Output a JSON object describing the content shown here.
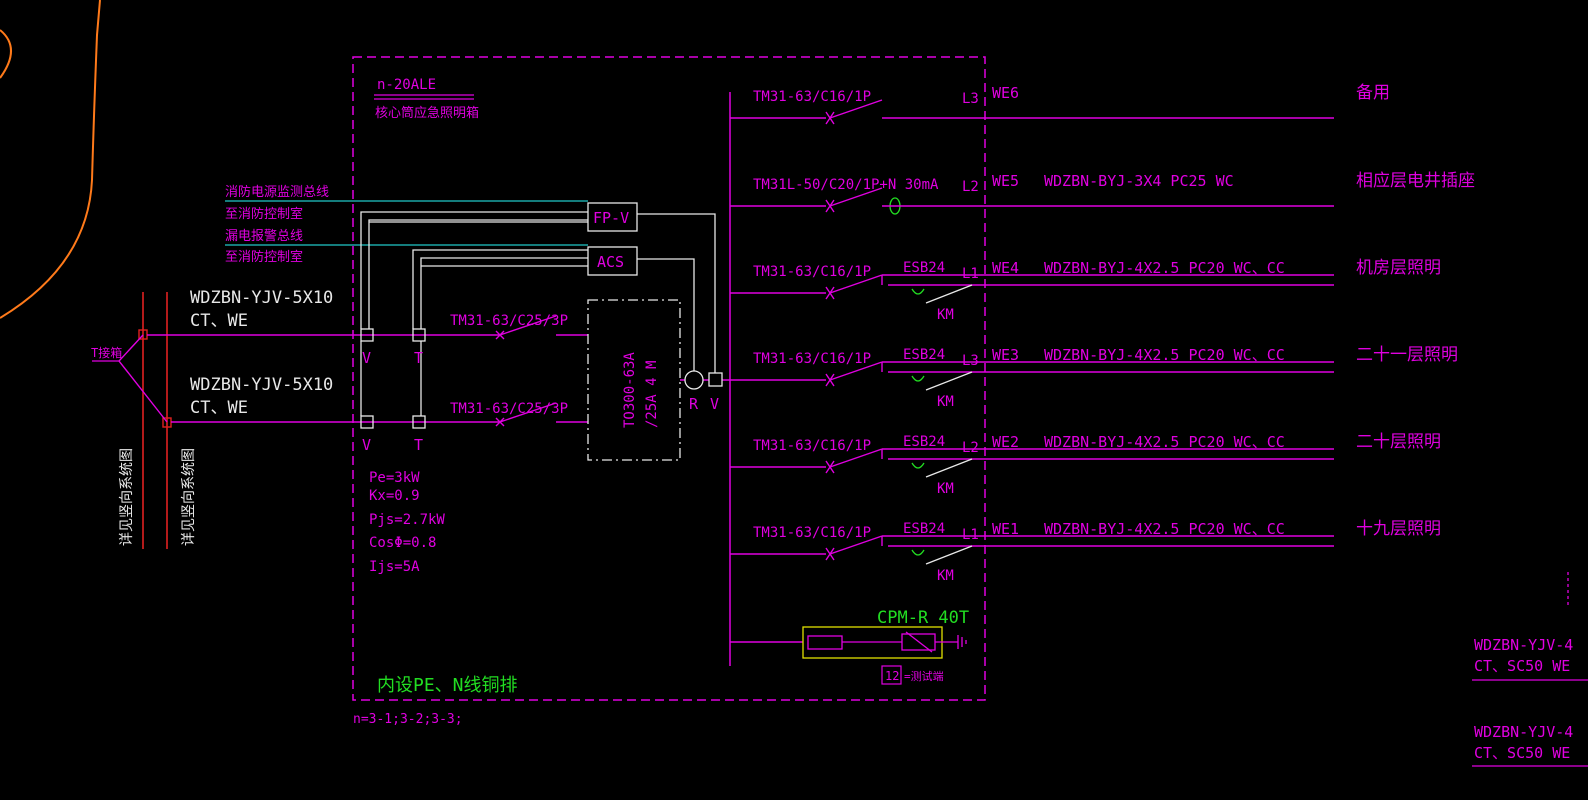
{
  "colors": {
    "background": "#000000",
    "magenta": "#e000e0",
    "white": "#e8e8e8",
    "cyan": "#20c8c8",
    "orange": "#ff7a1a",
    "green": "#22dd22",
    "yellow": "#e0e000",
    "red": "#e02020"
  },
  "panel": {
    "name": "n-20ALE",
    "subtitle": "核心筒应急照明箱",
    "footer_note": "内设PE、N线铜排",
    "n_note": "n=3-1;3-2;3-3;"
  },
  "load_calc": {
    "pe": "Pe=3kW",
    "kx": "Kx=0.9",
    "pjs": "Pjs=2.7kW",
    "cos": "CosΦ=0.8",
    "ijs": "Ijs=5A"
  },
  "left": {
    "fire_line1": "消防电源监测总线",
    "fire_line2": "至消防控制室",
    "leak_line1": "漏电报警总线",
    "leak_line2": "至消防控制室",
    "t_joint": "T接箱",
    "riser_label": "详见竖向系统图",
    "feeder1": {
      "cable": "WDZBN-YJV-5X10",
      "laying": "CT、WE"
    },
    "feeder2": {
      "cable": "WDZBN-YJV-5X10",
      "laying": "CT、WE"
    },
    "v_label": "V",
    "t_label": "T"
  },
  "devices": {
    "fpv": "FP-V",
    "acs": "ACS",
    "incoming_breaker": "TM31-63/C25/3P",
    "ats_line1": "TO300-63A",
    "ats_line2": "/25A 4 M",
    "r_label": "R",
    "v_label": "V",
    "spd": "CPM-R 40T",
    "spd_code": "12",
    "spd_note": "=测试端"
  },
  "circuits": [
    {
      "phase": "L3",
      "id": "WE6",
      "breaker": "TM31-63/C16/1P",
      "cable": "",
      "load": "备用",
      "contactor": "",
      "km": ""
    },
    {
      "phase": "L2",
      "id": "WE5",
      "breaker": "TM31L-50/C20/1P+N 30mA",
      "cable": "WDZBN-BYJ-3X4 PC25 WC",
      "load": "相应层电井插座",
      "contactor": "",
      "km": ""
    },
    {
      "phase": "L1",
      "id": "WE4",
      "breaker": "TM31-63/C16/1P",
      "cable": "WDZBN-BYJ-4X2.5 PC20 WC、CC",
      "load": "机房层照明",
      "contactor": "ESB24",
      "km": "KM"
    },
    {
      "phase": "L3",
      "id": "WE3",
      "breaker": "TM31-63/C16/1P",
      "cable": "WDZBN-BYJ-4X2.5 PC20 WC、CC",
      "load": "二十一层照明",
      "contactor": "ESB24",
      "km": "KM"
    },
    {
      "phase": "L2",
      "id": "WE2",
      "breaker": "TM31-63/C16/1P",
      "cable": "WDZBN-BYJ-4X2.5 PC20 WC、CC",
      "load": "二十层照明",
      "contactor": "ESB24",
      "km": "KM"
    },
    {
      "phase": "L1",
      "id": "WE1",
      "breaker": "TM31-63/C16/1P",
      "cable": "WDZBN-BYJ-4X2.5 PC20 WC、CC",
      "load": "十九层照明",
      "contactor": "ESB24",
      "km": "KM"
    }
  ],
  "right_edge": {
    "cable1": "WDZBN-YJV-4",
    "lay1": "CT、SC50 WE",
    "cable2": "WDZBN-YJV-4",
    "lay2": "CT、SC50 WE"
  }
}
